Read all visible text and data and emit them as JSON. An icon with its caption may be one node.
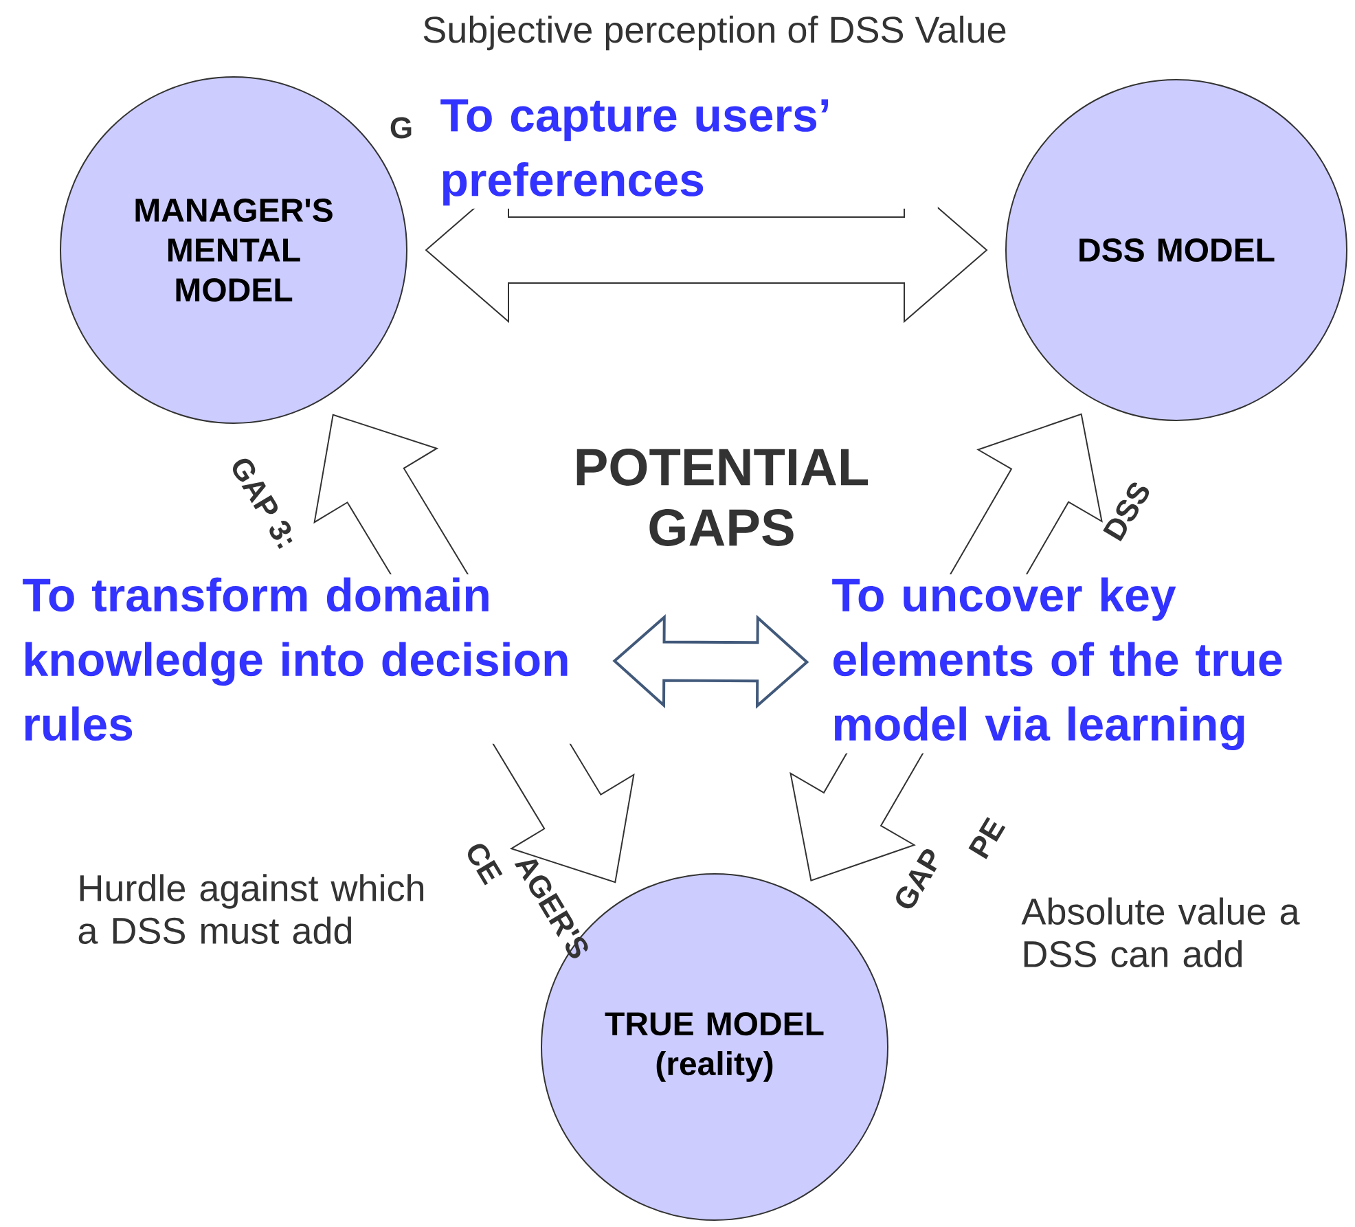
{
  "diagram": {
    "nodes": [
      {
        "text": [
          "MANAGER'S MENTAL MODEL"
        ]
      },
      {
        "text": [
          "DSS MODEL"
        ]
      },
      {
        "text": [
          "TRUE MODEL (reality)"
        ]
      },
      {
        "text": [
          "To capture users’ preferences"
        ]
      },
      {
        "text": [
          "To transform domain knowledge into decision rules"
        ]
      },
      {
        "text": [
          "To uncover key elements of the true model via learning"
        ]
      }
    ],
    "edges": [
      {
        "from": 0,
        "to": 1,
        "arrow": "both"
      },
      {
        "from": 0,
        "to": 2,
        "arrow": "both"
      },
      {
        "from": 1,
        "to": 2,
        "arrow": "both"
      },
      {
        "from": 4,
        "to": 5,
        "arrow": "both",
        "color": "#41597a"
      }
    ],
    "labels": [
      "Subjective perception of DSS Value",
      "G",
      "POTENTIAL GAPS",
      "GAP 3:",
      "DSS",
      "Hurdle against which a DSS must add",
      "CE",
      "AGER'S",
      "GAP",
      "PE",
      "Absolute value a DSS can add"
    ]
  }
}
